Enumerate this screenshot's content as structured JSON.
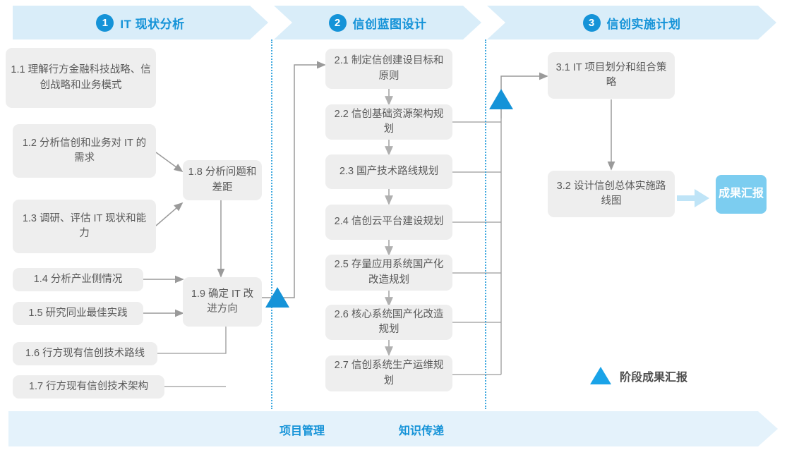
{
  "phases": [
    {
      "num": "1",
      "title": "IT 现状分析"
    },
    {
      "num": "2",
      "title": "信创蓝图设计"
    },
    {
      "num": "3",
      "title": "信创实施计划"
    }
  ],
  "column1": [
    {
      "id": "1.1",
      "text": "1.1 理解行方金融科技战略、信创战略和业务模式"
    },
    {
      "id": "1.2",
      "text": "1.2 分析信创和业务对 IT 的需求"
    },
    {
      "id": "1.3",
      "text": "1.3 调研、评估 IT 现状和能力"
    },
    {
      "id": "1.4",
      "text": "1.4 分析产业侧情况"
    },
    {
      "id": "1.5",
      "text": "1.5 研究同业最佳实践"
    },
    {
      "id": "1.6",
      "text": "1.6 行方现有信创技术路线"
    },
    {
      "id": "1.7",
      "text": "1.7 行方现有信创技术架构"
    }
  ],
  "column1_merge": [
    {
      "id": "1.8",
      "text": "1.8 分析问题和差距"
    },
    {
      "id": "1.9",
      "text": "1.9 确定 IT 改进方向"
    }
  ],
  "column2": [
    {
      "id": "2.1",
      "text": "2.1 制定信创建设目标和原则"
    },
    {
      "id": "2.2",
      "text": "2.2 信创基础资源架构规划"
    },
    {
      "id": "2.3",
      "text": "2.3 国产技术路线规划"
    },
    {
      "id": "2.4",
      "text": "2.4 信创云平台建设规划"
    },
    {
      "id": "2.5",
      "text": "2.5 存量应用系统国产化改造规划"
    },
    {
      "id": "2.6",
      "text": "2.6 核心系统国产化改造规划"
    },
    {
      "id": "2.7",
      "text": "2.7 信创系统生产运维规划"
    }
  ],
  "column3": [
    {
      "id": "3.1",
      "text": "3.1 IT 项目划分和组合策略"
    },
    {
      "id": "3.2",
      "text": "3.2 设计信创总体实施路线图"
    }
  ],
  "result": {
    "text": "成果汇报"
  },
  "legend": {
    "text": "阶段成果汇报"
  },
  "footer": {
    "label1": "项目管理",
    "label2": "知识传递"
  },
  "colors": {
    "accent": "#1593d8",
    "band": "#d9edf9",
    "footer_band": "#e4f2fb",
    "box": "#eeeeee",
    "box_text": "#595959",
    "result_chip": "#7ccdf0",
    "connector": "#9a9a9a",
    "divider": "#3ea8df"
  }
}
